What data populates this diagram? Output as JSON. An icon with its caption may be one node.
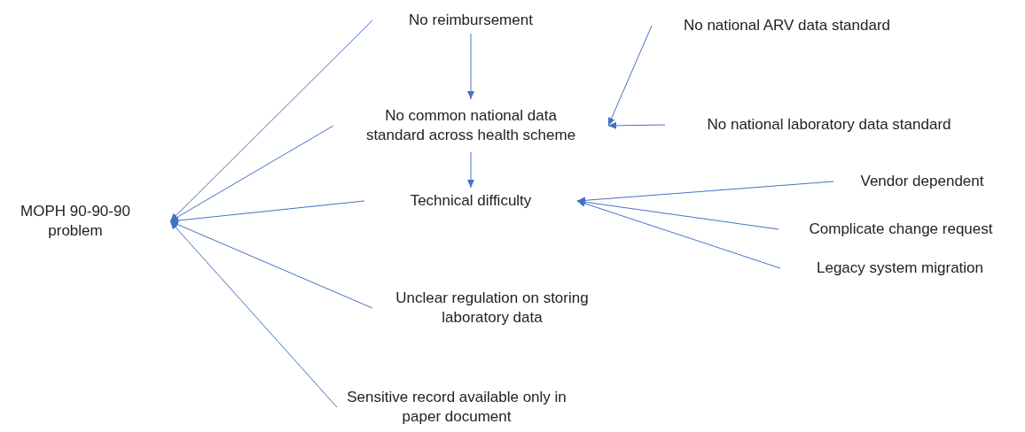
{
  "diagram": {
    "nodes": [
      {
        "text": [
          "MOPH 90-90-90 problem"
        ]
      },
      {
        "text": [
          "No reimbursement"
        ]
      },
      {
        "text": [
          "No common national data standard across health scheme"
        ]
      },
      {
        "text": [
          "Technical difficulty"
        ]
      },
      {
        "text": [
          "Unclear regulation on storing laboratory data"
        ]
      },
      {
        "text": [
          "Sensitive record available only in paper document"
        ]
      },
      {
        "text": [
          "No national ARV data standard"
        ]
      },
      {
        "text": [
          "No national laboratory data standard"
        ]
      },
      {
        "text": [
          "Vendor dependent"
        ]
      },
      {
        "text": [
          "Complicate change request"
        ]
      },
      {
        "text": [
          "Legacy system migration"
        ]
      }
    ],
    "edges": [
      {
        "from": 1,
        "to": 0,
        "arrow": "to"
      },
      {
        "from": 2,
        "to": 0,
        "arrow": "to"
      },
      {
        "from": 3,
        "to": 0,
        "arrow": "to"
      },
      {
        "from": 4,
        "to": 0,
        "arrow": "to"
      },
      {
        "from": 5,
        "to": 0,
        "arrow": "to"
      },
      {
        "from": 1,
        "to": 2,
        "arrow": "to"
      },
      {
        "from": 2,
        "to": 3,
        "arrow": "to"
      },
      {
        "from": 6,
        "to": 2,
        "arrow": "to"
      },
      {
        "from": 7,
        "to": 2,
        "arrow": "to"
      },
      {
        "from": 8,
        "to": 3,
        "arrow": "to"
      },
      {
        "from": 9,
        "to": 3,
        "arrow": "to"
      },
      {
        "from": 10,
        "to": 3,
        "arrow": "to"
      }
    ]
  }
}
